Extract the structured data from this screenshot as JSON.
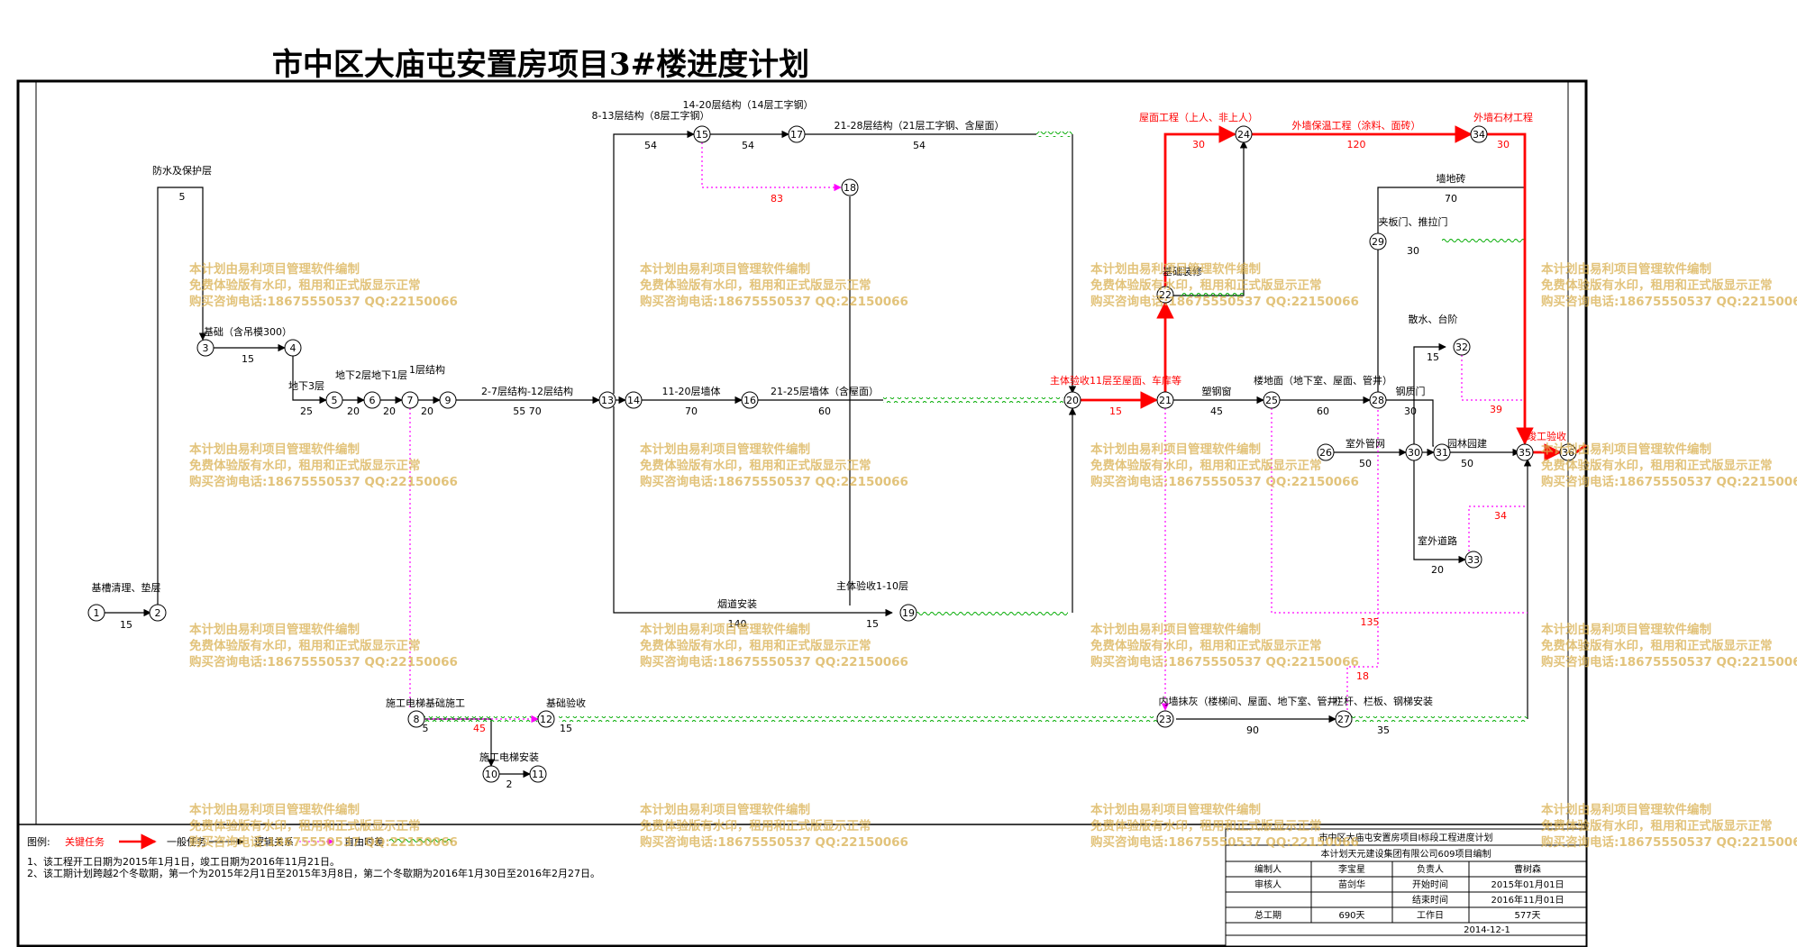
{
  "title": "市中区大庙屯安置房项目3#楼进度计划",
  "colors": {
    "critical": "#ff0000",
    "normal": "#000000",
    "logic": "#ff00ff",
    "float": "#00aa00",
    "watermark": "#d9b04f"
  },
  "nodes": [
    {
      "id": "1",
      "label": "1"
    },
    {
      "id": "2",
      "label": "2"
    },
    {
      "id": "3",
      "label": "3"
    },
    {
      "id": "4",
      "label": "4"
    },
    {
      "id": "5",
      "label": "5"
    },
    {
      "id": "6",
      "label": "6"
    },
    {
      "id": "7",
      "label": "7"
    },
    {
      "id": "9",
      "label": "9"
    },
    {
      "id": "13",
      "label": "13"
    },
    {
      "id": "14",
      "label": "14"
    },
    {
      "id": "15",
      "label": "15"
    },
    {
      "id": "16",
      "label": "16"
    },
    {
      "id": "17",
      "label": "17"
    },
    {
      "id": "18",
      "label": "18"
    },
    {
      "id": "19",
      "label": "19"
    },
    {
      "id": "20",
      "label": "20"
    },
    {
      "id": "21",
      "label": "21"
    },
    {
      "id": "22",
      "label": "22"
    },
    {
      "id": "23",
      "label": "23"
    },
    {
      "id": "24",
      "label": "24"
    },
    {
      "id": "25",
      "label": "25"
    },
    {
      "id": "26",
      "label": "26"
    },
    {
      "id": "27",
      "label": "27"
    },
    {
      "id": "28",
      "label": "28"
    },
    {
      "id": "29",
      "label": "29"
    },
    {
      "id": "30",
      "label": "30"
    },
    {
      "id": "31",
      "label": "31"
    },
    {
      "id": "32",
      "label": "32"
    },
    {
      "id": "33",
      "label": "33"
    },
    {
      "id": "34",
      "label": "34"
    },
    {
      "id": "35",
      "label": "35"
    },
    {
      "id": "36",
      "label": "36"
    },
    {
      "id": "8",
      "label": "8"
    },
    {
      "id": "10",
      "label": "10"
    },
    {
      "id": "11",
      "label": "11"
    },
    {
      "id": "12",
      "label": "12"
    }
  ],
  "tasks": [
    {
      "id": "t1",
      "name": "基槽清理、垫层",
      "duration": "15"
    },
    {
      "id": "t2",
      "name": "防水及保护层",
      "duration": "5"
    },
    {
      "id": "t3",
      "name": "基础（含吊模300）",
      "duration": "15"
    },
    {
      "id": "t4",
      "name": "地下3层",
      "duration": "25"
    },
    {
      "id": "t5",
      "name": "地下2层",
      "duration": "20"
    },
    {
      "id": "t6",
      "name": "地下1层",
      "duration": "20"
    },
    {
      "id": "t7",
      "name": "1层结构",
      "duration": "20"
    },
    {
      "id": "t8",
      "name": "2-7层结构-12层结构",
      "duration": "55 70"
    },
    {
      "id": "t9",
      "name": "8-13层结构（8层工字钢）",
      "duration": "54"
    },
    {
      "id": "t10",
      "name": "14-20层结构（14层工字钢）",
      "duration": "54"
    },
    {
      "id": "t11",
      "name": "21-28层结构（21层工字钢、含屋面）",
      "duration": "54"
    },
    {
      "id": "t12",
      "name": "11-20层墙体",
      "duration": "70"
    },
    {
      "id": "t13",
      "name": "21-25层墙体（含屋面）",
      "duration": "60"
    },
    {
      "id": "t14",
      "name": "烟道安装",
      "duration": "140"
    },
    {
      "id": "t15",
      "name": "主体验收1-10层",
      "duration": "15"
    },
    {
      "id": "t16",
      "name": "主体验收11层至屋面、车库等",
      "duration": "15"
    },
    {
      "id": "t17",
      "name": "屋面工程（上人、非上人）",
      "duration": "30"
    },
    {
      "id": "t18",
      "name": "外墙保温工程（涂料、面砖）",
      "duration": "120"
    },
    {
      "id": "t19",
      "name": "外墙石材工程",
      "duration": "30"
    },
    {
      "id": "t20",
      "name": "塑钢窗",
      "duration": "45"
    },
    {
      "id": "t21",
      "name": "楼地面（地下室、屋面、管井）",
      "duration": "60"
    },
    {
      "id": "t22",
      "name": "钢质门",
      "duration": "30"
    },
    {
      "id": "t23",
      "name": "墙地砖",
      "duration": "70"
    },
    {
      "id": "t24",
      "name": "夹板门、推拉门",
      "duration": "30"
    },
    {
      "id": "t25",
      "name": "散水、台阶",
      "duration": "15"
    },
    {
      "id": "t26",
      "name": "室外管网",
      "duration": "50"
    },
    {
      "id": "t27",
      "name": "园林园建",
      "duration": "50"
    },
    {
      "id": "t28",
      "name": "室外道路",
      "duration": "20"
    },
    {
      "id": "t29",
      "name": "内墙抹灰（楼梯间、屋面、地下室、管井）",
      "duration": "90"
    },
    {
      "id": "t30",
      "name": "栏杆、栏板、钢梯安装",
      "duration": "35"
    },
    {
      "id": "t31",
      "name": "施工电梯基础施工",
      "duration": "5"
    },
    {
      "id": "t32",
      "name": "施工电梯安装",
      "duration": "2"
    },
    {
      "id": "t33",
      "name": "基础验收",
      "duration": "15"
    },
    {
      "id": "t34",
      "name": "基础装修",
      "duration": ""
    },
    {
      "id": "t35",
      "name": "竣工验收",
      "duration": ""
    }
  ],
  "floats": {
    "f83": "83",
    "f45": "45",
    "f39": "39",
    "f34": "34",
    "f135": "135",
    "f18": "18"
  },
  "watermark": {
    "line1": "本计划由易利项目管理软件编制",
    "line2": "免费体验版有水印，租用和正式版显示正常",
    "line3": "购买咨询电话:18675550537 QQ:22150066"
  },
  "legend": {
    "label": "图例:",
    "critical": "关键任务",
    "normal": "一般任务",
    "logic": "逻辑关系",
    "float": "自由时差"
  },
  "notes": [
    "1、该工程开工日期为2015年1月1日，竣工日期为2016年11月21日。",
    "2、该工期计划跨越2个冬歇期，第一个为2015年2月1日至2015年3月8日，第二个冬歇期为2016年1月30日至2016年2月27日。"
  ],
  "titleblock": {
    "project": "市中区大庙屯安置房项目Ⅰ标段工程进度计划",
    "org": "本计划天元建设集团有限公司609项目编制",
    "r1": [
      "编制人",
      "李宝星",
      "负责人",
      "曹树森"
    ],
    "r2": [
      "审核人",
      "苗剑华",
      "开始时间",
      "2015年01月01日"
    ],
    "r3": [
      "",
      "",
      "结束时间",
      "2016年11月01日"
    ],
    "r4": [
      "总工期",
      "690天",
      "工作日",
      "577天"
    ],
    "date": "2014-12-1"
  }
}
